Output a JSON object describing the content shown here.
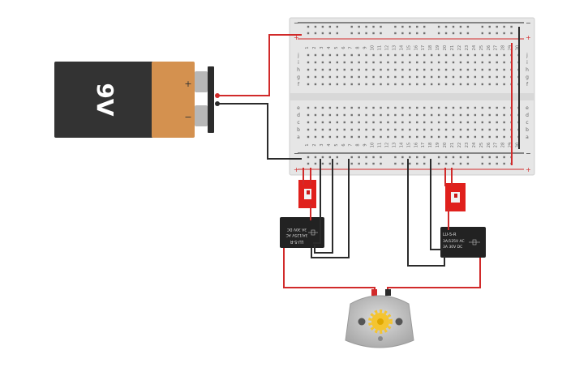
{
  "battery": {
    "label": "9V",
    "plus": "+",
    "minus": "−"
  },
  "breadboard": {
    "rail_plus": "+",
    "rail_minus": "−",
    "columns": [
      "1",
      "2",
      "3",
      "4",
      "5",
      "6",
      "7",
      "8",
      "9",
      "10",
      "11",
      "12",
      "13",
      "14",
      "15",
      "16",
      "17",
      "18",
      "19",
      "20",
      "21",
      "22",
      "23",
      "24",
      "25",
      "26",
      "27",
      "28",
      "29",
      "30"
    ],
    "rows_top": [
      "j",
      "i",
      "h",
      "g",
      "f"
    ],
    "rows_bottom": [
      "e",
      "d",
      "c",
      "b",
      "a"
    ]
  },
  "relay_left": {
    "lines": [
      "LU-5-R",
      "3A/125V AC",
      "3A 30V DC"
    ]
  },
  "relay_right": {
    "lines": [
      "LU-5-R",
      "3A/125V AC",
      "3A 30V DC"
    ]
  },
  "colors": {
    "wire_red": "#d12a2a",
    "wire_black": "#2b2b2b",
    "battery_body": "#333333",
    "battery_cap": "#d4914f",
    "breadboard": "#e6e6e6",
    "switch": "#e0201c",
    "motor_gear": "#f4c430"
  }
}
